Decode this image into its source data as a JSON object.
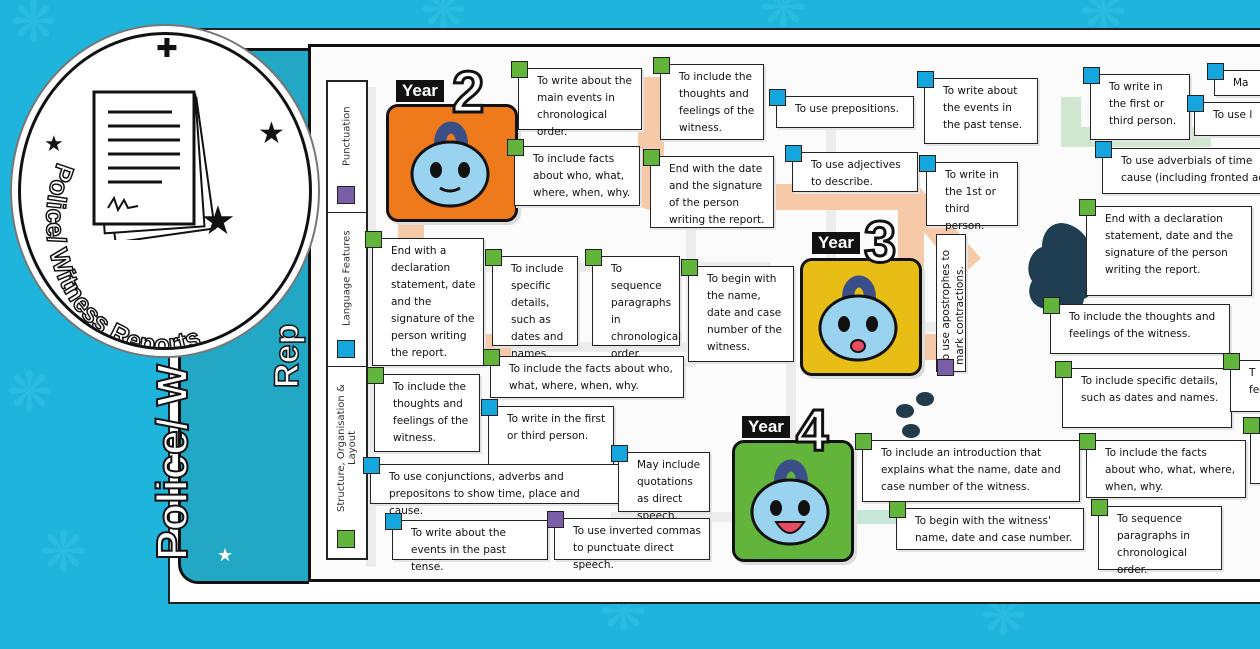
{
  "title": "Police/ Witness Reports",
  "panel_title_short": "Police/ W",
  "panel_title_sub": "Rep",
  "badge": {
    "icon": "report-document-icon",
    "title": "Police/ Witness Reports"
  },
  "categories": [
    {
      "label": "Punctuation",
      "color": "#7b5ea8"
    },
    {
      "label": "Language Features",
      "color": "#16a6de"
    },
    {
      "label": "Structure, Organisation & Layout",
      "color": "#62b53a"
    }
  ],
  "years": [
    {
      "label": "Year",
      "number": "2",
      "color": "#ee7a1c"
    },
    {
      "label": "Year",
      "number": "3",
      "color": "#e8be16"
    },
    {
      "label": "Year",
      "number": "4",
      "color": "#62b53a"
    }
  ],
  "cards": [
    {
      "text": "To write about the main events in chronological order.",
      "cat": "s"
    },
    {
      "text": "To include the thoughts and feelings of the witness.",
      "cat": "s"
    },
    {
      "text": "To use prepositions.",
      "cat": "l"
    },
    {
      "text": "To write about the events in the past tense.",
      "cat": "l"
    },
    {
      "text": "To include facts about who, what, where, when, why.",
      "cat": "s"
    },
    {
      "text": "End with the date and the signature of the person writing the report.",
      "cat": "s"
    },
    {
      "text": "To use adjectives to describe.",
      "cat": "l"
    },
    {
      "text": "To write in the 1st or third person.",
      "cat": "l"
    },
    {
      "text": "End with a declaration statement, date and the signature of the person writing the report.",
      "cat": "s"
    },
    {
      "text": "To include specific details, such as dates and names.",
      "cat": "s"
    },
    {
      "text": "To sequence paragraphs in chronological order.",
      "cat": "s"
    },
    {
      "text": "To begin with the name, date and case number of the witness.",
      "cat": "s"
    },
    {
      "text": "To include the facts about who, what, where, when, why.",
      "cat": "s"
    },
    {
      "text": "To include the thoughts and feelings of the witness.",
      "cat": "s"
    },
    {
      "text": "To write in the first or third person.",
      "cat": "l"
    },
    {
      "text": "To use conjunctions, adverbs and prepositons to show time, place and cause.",
      "cat": "l"
    },
    {
      "text": "May include quotations as direct speech.",
      "cat": "l"
    },
    {
      "text": "To write about the events in the past tense.",
      "cat": "l"
    },
    {
      "text": "To use inverted commas to punctuate direct speech.",
      "cat": "p"
    },
    {
      "text": "To include an introduction that explains what the name, date and case number of the witness.",
      "cat": "s"
    },
    {
      "text": "To begin with the witness' name, date and case number.",
      "cat": "s"
    },
    {
      "text": "To write in the first or third person.",
      "cat": "l"
    },
    {
      "text": "Ma",
      "cat": "l"
    },
    {
      "text": "To use l",
      "cat": "l"
    },
    {
      "text": "To use adverbials of time cause (including fronted adv",
      "cat": "l"
    },
    {
      "text": "End with a declaration statement, date and the signature of the person writing the report.",
      "cat": "s"
    },
    {
      "text": "To include the thoughts and feelings of the witness.",
      "cat": "s"
    },
    {
      "text": "To include specific details, such as dates and names.",
      "cat": "s"
    },
    {
      "text": "To include the facts about who, what, where, when, why.",
      "cat": "s"
    },
    {
      "text": "To sequence paragraphs in chronological order.",
      "cat": "s"
    },
    {
      "text": "T feeli",
      "cat": "s"
    },
    {
      "text": "",
      "cat": "s"
    }
  ],
  "rotated_card": {
    "text": "To use apostrophes to mark contractions.",
    "cat": "p"
  }
}
